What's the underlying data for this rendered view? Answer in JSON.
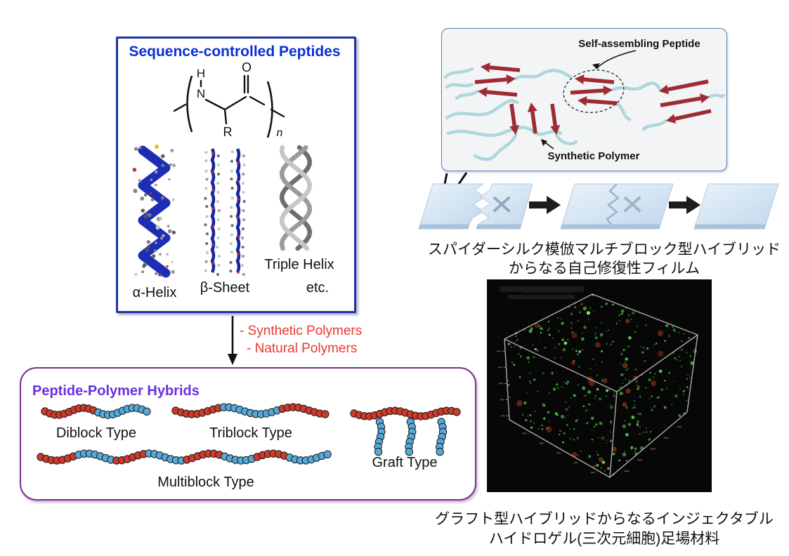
{
  "peptide_panel": {
    "title": "Sequence-controlled Peptides",
    "title_color": "#0a2fd6",
    "border_color": "#1c33a4",
    "formula": {
      "h_atom": "H",
      "n_atom": "N",
      "o_atom": "O",
      "r_group": "R",
      "repeat_subscript": "n"
    },
    "structure_labels": {
      "alpha": "α-Helix",
      "beta": "β-Sheet",
      "triple": "Triple Helix",
      "etc": "etc."
    }
  },
  "assembly_panel": {
    "self_assembling_label": "Self-assembling Peptide",
    "synthetic_polymer_label": "Synthetic Polymer",
    "arrow_color": "#9e2b33",
    "chain_color": "#aed7dc",
    "background": "#f3f4f5",
    "border_color": "#4f81c2"
  },
  "healing_film": {
    "caption_line1": "スパイダーシルク模倣マルチブロック型ハイブリッド",
    "caption_line2": "からなる自己修復性フィルム",
    "film_light": "#e9f3fb",
    "film_dark": "#c2d8ec"
  },
  "transition": {
    "line1": "- Synthetic Polymers",
    "line2": "- Natural Polymers",
    "text_color": "#e83a2c"
  },
  "hybrids_panel": {
    "title": "Peptide-Polymer Hybrids",
    "title_color": "#6a2fe0",
    "border_color": "#7b2f8e",
    "bead_red": "#cf3a2a",
    "bead_blue": "#55a9d9",
    "type_labels": {
      "diblock": "Diblock Type",
      "triblock": "Triblock Type",
      "graft": "Graft Type",
      "multiblock": "Multiblock Type"
    },
    "chains": {
      "diblock_pattern": "rrrrrrrrrrrbbbbbbbbbbb",
      "triblock_pattern": "rrrrrrrrrbbbbbbbbbbbrrrrrrrrr",
      "multiblock_pattern": "rrrrrrrbbbbbbbrrrrrrbbbbbbbrrrrrrrbbbbbbrrrrrrbbbbbbbb",
      "graft_backbone_pattern": "rrrrrrrrrrrrrrrrrrrrr",
      "graft_side_pattern": "bbbbbbb"
    }
  },
  "hydrogel": {
    "caption_line1": "グラフト型ハイブリッドからなるインジェクタブル",
    "caption_line2": "ハイドロゲル(三次元細胞)足場材料",
    "green_dot_color": "#46c244",
    "red_dot_color": "#a33d18"
  }
}
